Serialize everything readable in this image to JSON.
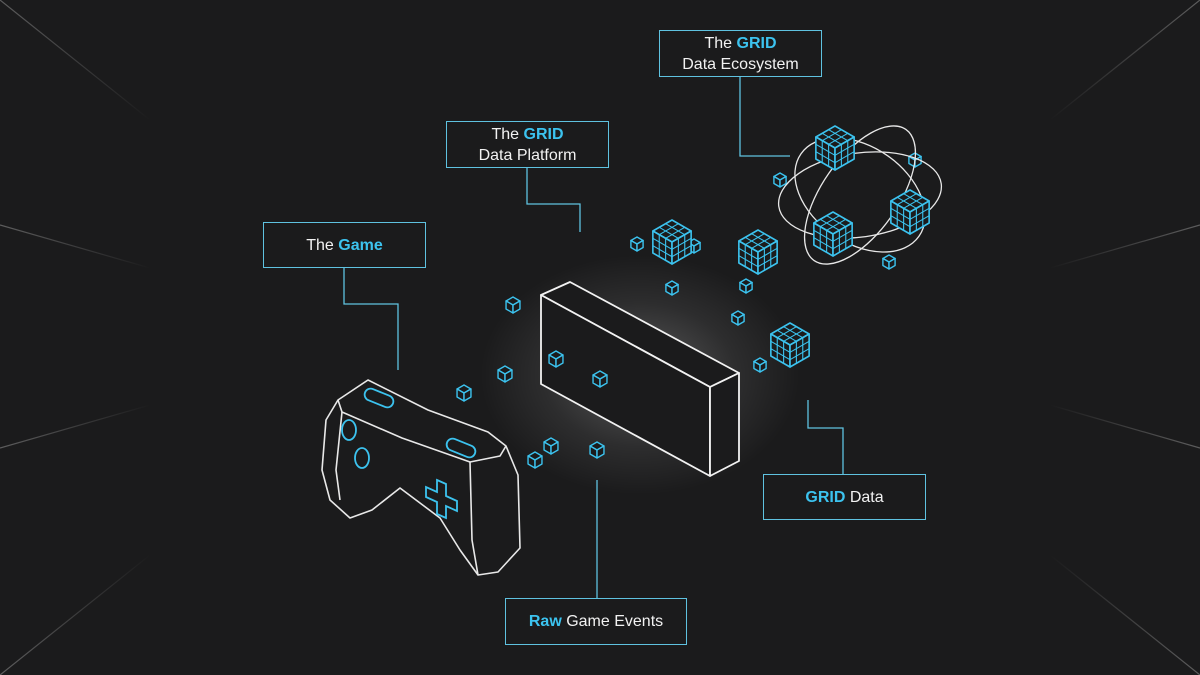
{
  "colors": {
    "background": "#1b1b1c",
    "accent": "#3cc3ef",
    "line": "#5fc2e0",
    "outline": "#e8e8e8"
  },
  "labels": {
    "game": {
      "prefix": "The ",
      "highlight": "Game"
    },
    "platform": {
      "prefix": "The ",
      "highlight": "GRID",
      "line2": "Data Platform"
    },
    "ecosystem": {
      "prefix": "The ",
      "highlight": "GRID",
      "line2": "Data Ecosystem"
    },
    "grid_data": {
      "highlight": "GRID",
      "suffix": " Data"
    },
    "raw_events": {
      "highlight": "Raw",
      "suffix": " Game Events"
    }
  },
  "icons": [
    "game-controller-icon",
    "data-platform-block-icon",
    "data-cube-icon",
    "data-ecosystem-orbit-icon"
  ]
}
